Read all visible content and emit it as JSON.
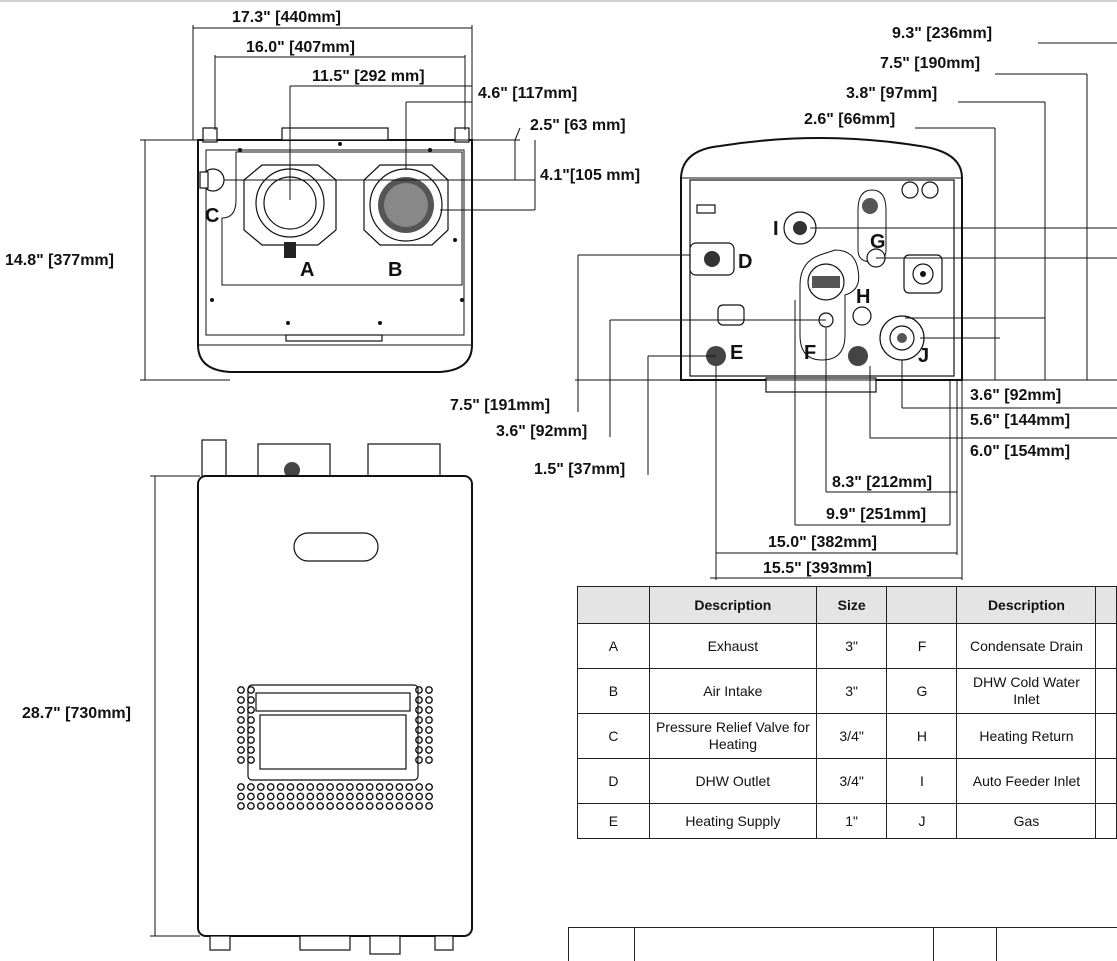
{
  "dimensions": {
    "front_width": "17.3\" [440mm]",
    "front_inner_width": "16.0\" [407mm]",
    "exhaust_offset": "11.5\" [292 mm]",
    "intake_offset": "4.6\" [117mm]",
    "top_clearance": "2.5\" [63 mm]",
    "vent_center_height": "4.1\"[105 mm]",
    "front_height": "14.8\" [377mm]",
    "side_height": "28.7\" [730mm]",
    "bottom_9_3": "9.3\" [236mm]",
    "bottom_7_5_top": "7.5\" [190mm]",
    "bottom_3_8": "3.8\" [97mm]",
    "bottom_2_6": "2.6\" [66mm]",
    "bottom_7_5_left": "7.5\" [191mm]",
    "bottom_3_6_left": "3.6\" [92mm]",
    "bottom_1_5": "1.5\" [37mm]",
    "bottom_3_6_right": "3.6\" [92mm]",
    "bottom_5_6": "5.6\" [144mm]",
    "bottom_6_0": "6.0\" [154mm]",
    "bottom_8_3": "8.3\" [212mm]",
    "bottom_9_9": "9.9\" [251mm]",
    "bottom_15_0": "15.0\" [382mm]",
    "bottom_15_5": "15.5\" [393mm]"
  },
  "callouts": {
    "a": "A",
    "b": "B",
    "c": "C",
    "d": "D",
    "e": "E",
    "f": "F",
    "g": "G",
    "h": "H",
    "i": "I",
    "j": "J"
  },
  "table": {
    "headers": [
      "",
      "Description",
      "Size",
      "",
      "Description"
    ],
    "rows": [
      {
        "id1": "A",
        "desc1": "Exhaust",
        "size1": "3\"",
        "id2": "F",
        "desc2": "Condensate Drain"
      },
      {
        "id1": "B",
        "desc1": "Air Intake",
        "size1": "3\"",
        "id2": "G",
        "desc2": "DHW Cold Water Inlet"
      },
      {
        "id1": "C",
        "desc1": "Pressure Relief Valve for Heating",
        "size1": "3/4\"",
        "id2": "H",
        "desc2": "Heating Return"
      },
      {
        "id1": "D",
        "desc1": "DHW Outlet",
        "size1": "3/4\"",
        "id2": "I",
        "desc2": "Auto Feeder Inlet"
      },
      {
        "id1": "E",
        "desc1": "Heating Supply",
        "size1": "1\"",
        "id2": "J",
        "desc2": "Gas"
      }
    ]
  }
}
